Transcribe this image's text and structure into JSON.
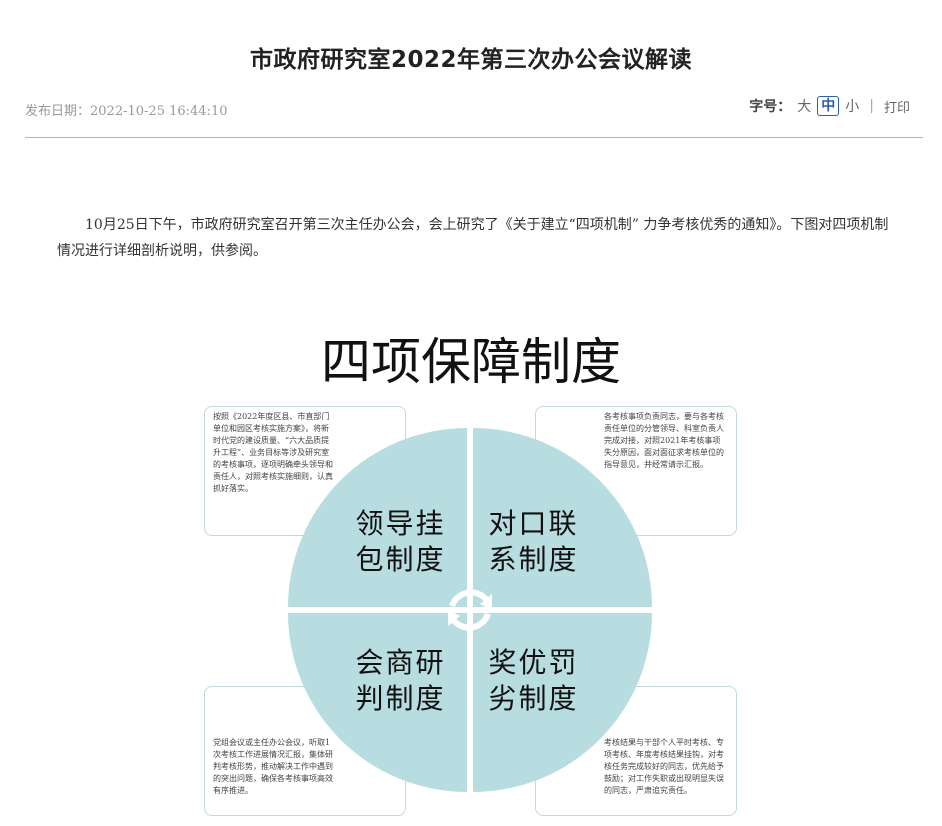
{
  "article": {
    "title": "市政府研究室2022年第三次办公会议解读",
    "date_label": "发布日期：",
    "date_value": "2022-10-25 16:44:10",
    "font_size_label": "字号：",
    "font_sizes": [
      "大",
      "中",
      "小"
    ],
    "font_size_active": "中",
    "separator": "|",
    "print_label": "打印",
    "paragraph": "10月25日下午，市政府研究室召开第三次主任办公会，会上研究了《关于建立“四项机制” 力争考核优秀的通知》。下图对四项机制情况进行详细剖析说明，供参阅。"
  },
  "diagram": {
    "title": "四项保障制度",
    "quadrants": {
      "top_left": "领导挂包制度",
      "top_right": "对口联系制度",
      "bottom_left": "会商研判制度",
      "bottom_right": "奖优罚劣制度"
    },
    "notes": {
      "top_left": "按照《2022年度区县、市直部门单位和园区考核实施方案》，将新时代党的建设质量、“六大品质提升工程”、业务目标等涉及研究室的考核事项，逐项明确牵头领导和责任人，对照考核实施细则，认真抓好落实。",
      "top_right": "各考核事项负责同志，要与各考核责任单位的分管领导、科室负责人完成对接，对照2021年考核事项失分原因，面对面征求考核单位的指导意见，并经常请示汇报。",
      "bottom_left": "党组会议或主任办公会议，听取1次考核工作进展情况汇报，集体研判考核形势，推动解决工作中遇到的突出问题，确保各考核事项高效有序推进。",
      "bottom_right": "考核结果与干部个人平时考核、专项考核、年度考核结果挂钩，对考核任务完成较好的同志，优先给予鼓励；对工作失职或出现明显失误的同志，严肃追究责任。"
    },
    "colors": {
      "quadrant_fill": "#b8dde1",
      "note_border": "#bfd9df",
      "accent": "#2a5fa8"
    }
  }
}
